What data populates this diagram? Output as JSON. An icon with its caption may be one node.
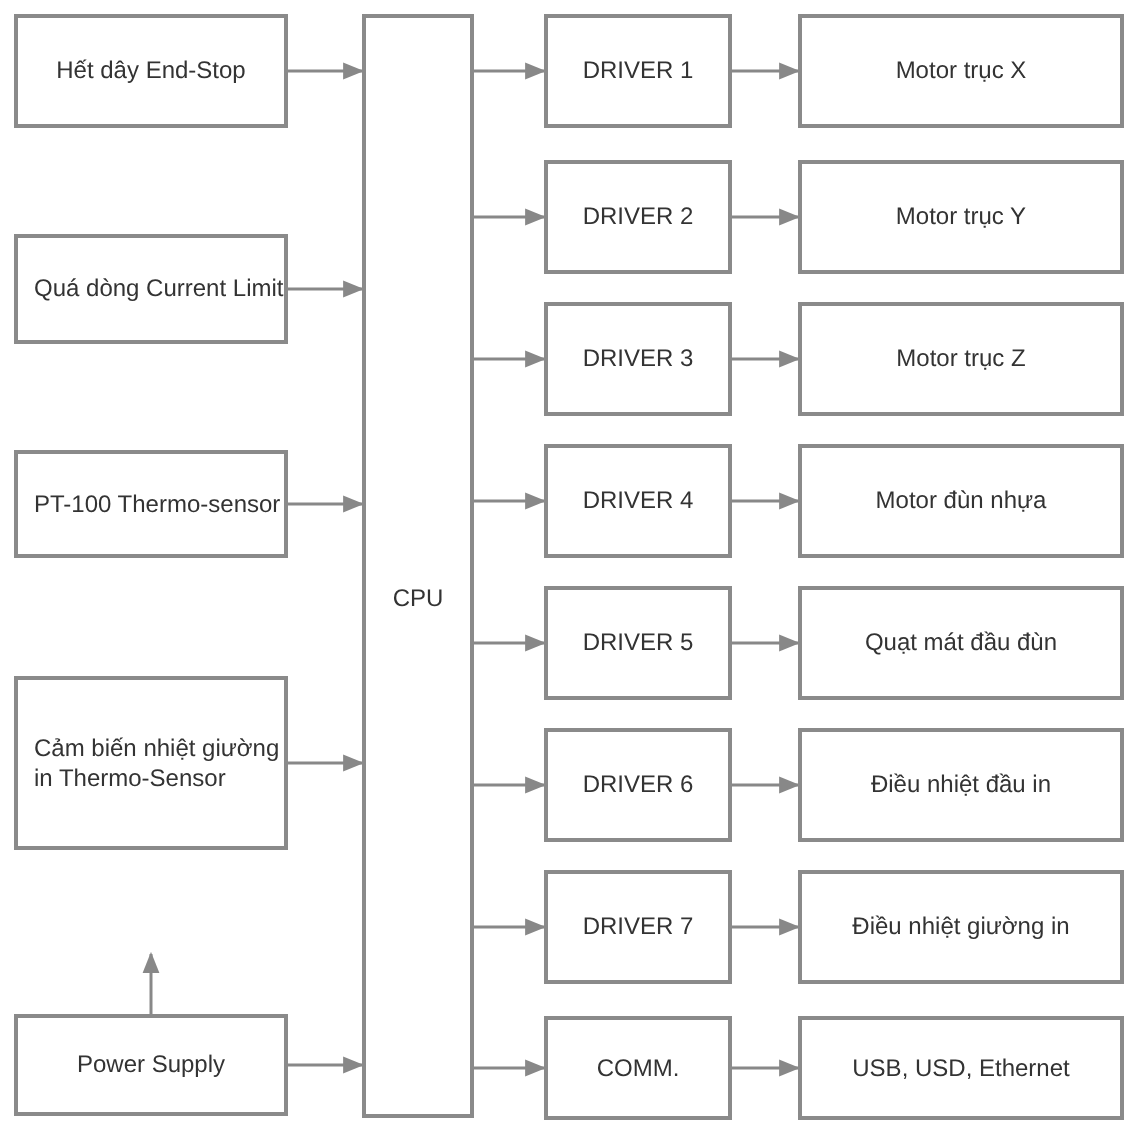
{
  "diagram": {
    "nodes": [
      {
        "text": [
          "Hết dây End-Stop"
        ]
      },
      {
        "text": [
          "Quá dòng Current Limit"
        ]
      },
      {
        "text": [
          "PT-100 Thermo-sensor"
        ]
      },
      {
        "text": [
          "Cảm biến nhiệt giường in Thermo-Sensor"
        ]
      },
      {
        "text": [
          "Power Supply"
        ]
      },
      {
        "text": [
          "CPU"
        ]
      },
      {
        "text": [
          "DRIVER 1"
        ]
      },
      {
        "text": [
          "Motor trục X"
        ]
      },
      {
        "text": [
          "DRIVER 2"
        ]
      },
      {
        "text": [
          "Motor trục Y"
        ]
      },
      {
        "text": [
          "DRIVER 3"
        ]
      },
      {
        "text": [
          "Motor trục Z"
        ]
      },
      {
        "text": [
          "DRIVER 4"
        ]
      },
      {
        "text": [
          "Motor đùn nhựa"
        ]
      },
      {
        "text": [
          "DRIVER 5"
        ]
      },
      {
        "text": [
          "Quạt mát đầu đùn"
        ]
      },
      {
        "text": [
          "DRIVER 6"
        ]
      },
      {
        "text": [
          "Điều nhiệt đầu in"
        ]
      },
      {
        "text": [
          "DRIVER 7"
        ]
      },
      {
        "text": [
          "Điều nhiệt giường in"
        ]
      },
      {
        "text": [
          "COMM."
        ]
      },
      {
        "text": [
          "USB, USD, Ethernet"
        ]
      }
    ],
    "edges": [
      {
        "from": 0,
        "to": 5,
        "arrow": "to"
      },
      {
        "from": 1,
        "to": 5,
        "arrow": "to"
      },
      {
        "from": 2,
        "to": 5,
        "arrow": "to"
      },
      {
        "from": 3,
        "to": 5,
        "arrow": "to"
      },
      {
        "from": 4,
        "to": null,
        "arrow": "to"
      },
      {
        "from": 4,
        "to": 5,
        "arrow": "to"
      },
      {
        "from": 5,
        "to": 6,
        "arrow": "to"
      },
      {
        "from": 6,
        "to": 7,
        "arrow": "to"
      },
      {
        "from": 5,
        "to": 8,
        "arrow": "to"
      },
      {
        "from": 8,
        "to": 9,
        "arrow": "to"
      },
      {
        "from": 5,
        "to": 10,
        "arrow": "to"
      },
      {
        "from": 10,
        "to": 11,
        "arrow": "to"
      },
      {
        "from": 5,
        "to": 12,
        "arrow": "to"
      },
      {
        "from": 12,
        "to": 13,
        "arrow": "to"
      },
      {
        "from": 5,
        "to": 14,
        "arrow": "to"
      },
      {
        "from": 14,
        "to": 15,
        "arrow": "to"
      },
      {
        "from": 5,
        "to": 16,
        "arrow": "to"
      },
      {
        "from": 16,
        "to": 17,
        "arrow": "to"
      },
      {
        "from": 5,
        "to": 18,
        "arrow": "to"
      },
      {
        "from": 18,
        "to": 19,
        "arrow": "to"
      },
      {
        "from": 5,
        "to": 20,
        "arrow": "to"
      },
      {
        "from": 20,
        "to": 21,
        "arrow": "to"
      }
    ]
  }
}
